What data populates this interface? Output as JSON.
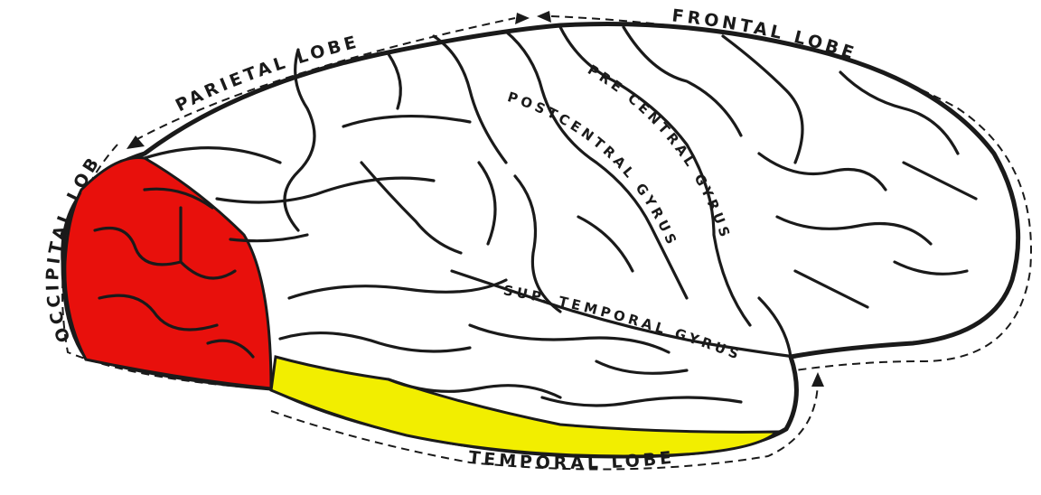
{
  "labels": {
    "parietal": "PARIETAL LOBE",
    "frontal": "FRONTAL LOBE",
    "occipital": "OCCIPITAL LOBE",
    "temporal": "TEMPORAL LOBE",
    "precentral": "PRE CENTRAL GYRUS",
    "postcentral": "POSTCENTRAL GYRUS",
    "suptemporal": "SUP. TEMPORAL GYRUS"
  },
  "colors": {
    "occipital_highlight": "#e8100c",
    "temporal_highlight": "#f2ee00",
    "outline": "#1a1a1a",
    "brain_fill": "#ffffff"
  }
}
